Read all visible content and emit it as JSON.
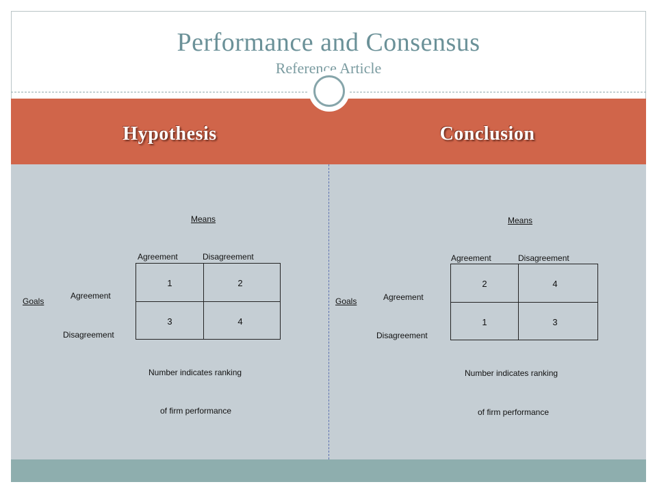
{
  "title": "Performance and Consensus",
  "subtitle": "Reference Article",
  "columns": [
    {
      "heading": "Hypothesis"
    },
    {
      "heading": "Conclusion"
    }
  ],
  "hypothesis": {
    "means_label": "Means",
    "goals_label": "Goals",
    "col_headers": [
      "Agreement",
      "Disagreement"
    ],
    "row_headers": [
      "Agreement",
      "Disagreement"
    ],
    "cells": [
      [
        "1",
        "2"
      ],
      [
        "3",
        "4"
      ]
    ],
    "note_line1": "Number indicates ranking",
    "note_line2": "of  firm performance"
  },
  "conclusion": {
    "means_label": "Means",
    "goals_label": "Goals",
    "col_headers": [
      "Agreement",
      "Disagreement"
    ],
    "row_headers": [
      "Agreement",
      "Disagreement"
    ],
    "cells": [
      [
        "2",
        "4"
      ],
      [
        "1",
        "3"
      ]
    ],
    "note_line1": "Number indicates ranking",
    "note_line2": "of firm performance"
  },
  "colors": {
    "title": "#6b9198",
    "header_band": "#d0654a",
    "content_bg": "#c5ced4",
    "footer_band": "#8eaeae"
  },
  "icons": {
    "medallion": "circle-ring-icon"
  }
}
